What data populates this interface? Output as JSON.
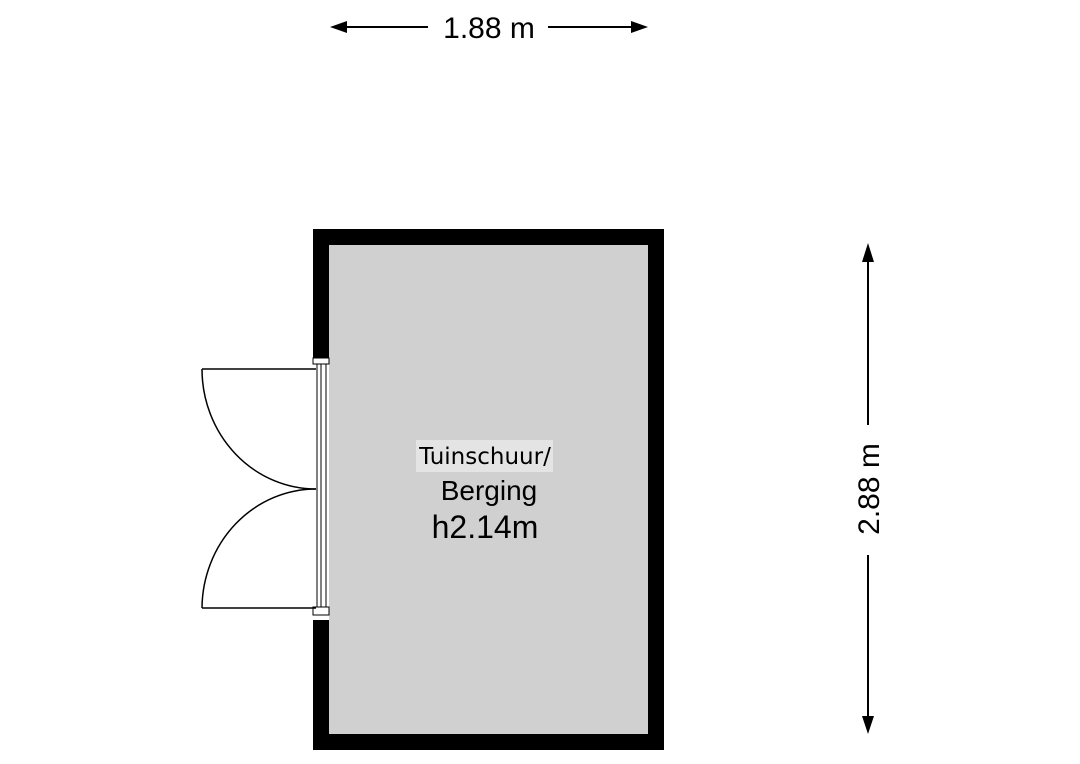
{
  "plan": {
    "width_label": "1.88 m",
    "height_label": "2.88 m",
    "room": {
      "name_line1": "Tuinschuur/",
      "name_line2": "Berging",
      "ceiling_height": "h2.14m"
    },
    "colors": {
      "wall": "#000000",
      "floor": "#d0d0d0",
      "label_highlight": "#e4e4e4",
      "line": "#000000",
      "background": "#ffffff"
    }
  }
}
